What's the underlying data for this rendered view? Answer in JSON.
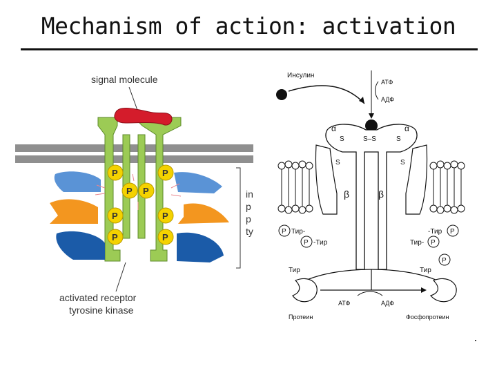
{
  "title": "Mechanism of action: activation",
  "left_diagram": {
    "signal_label": "signal molecule",
    "phospho_label": "P",
    "side_labels": [
      "in",
      "p",
      "p",
      "ty"
    ],
    "receptor_label_line1": "activated receptor",
    "receptor_label_line2": "tyrosine kinase"
  },
  "right_diagram": {
    "insulin": "Инсулин",
    "atp": "АТФ",
    "adp": "АДФ",
    "alpha": "α",
    "beta": "β",
    "sulfur": "S",
    "ss_bridge": "S–S",
    "p": "P",
    "tyr_left": "Тир-",
    "tyr_right": "-Тир",
    "tyr": "Тир",
    "protein": "Протеин",
    "phosphoprotein": "Фосфопротеин"
  },
  "colors": {
    "membrane": "#8f8f8f",
    "receptor": "#9ccb55",
    "signal": "#d41c2b",
    "phosphate": "#f4d200",
    "orange_protein": "#f3961f",
    "blue_protein": "#1b5ba8",
    "light_blue_protein": "#5a93d6"
  }
}
